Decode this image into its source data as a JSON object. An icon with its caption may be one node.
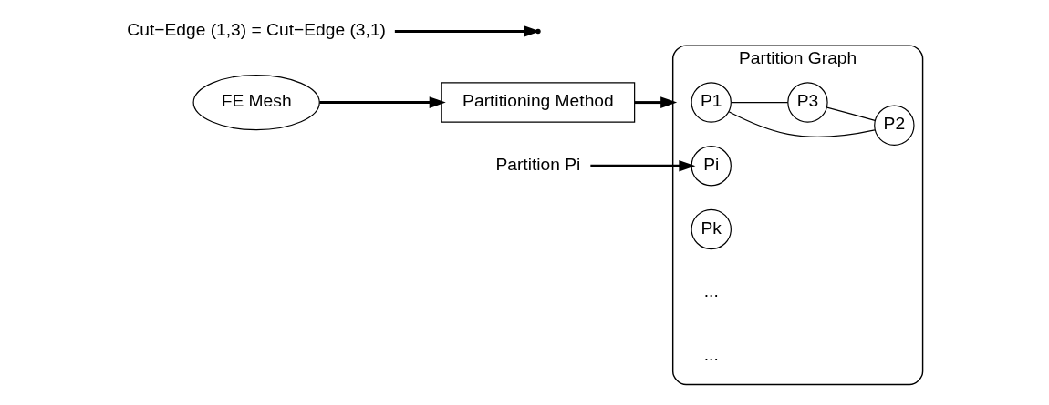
{
  "diagram": {
    "nodes": [
      {
        "text": [
          "FE Mesh"
        ]
      },
      {
        "text": [
          "Partitioning Method"
        ]
      },
      {
        "text": [
          "Partition Graph"
        ]
      },
      {
        "text": [
          "P1"
        ],
        "in": 2
      },
      {
        "text": [
          "P2"
        ],
        "in": 2
      },
      {
        "text": [
          "P3"
        ],
        "in": 2
      },
      {
        "text": [
          "Pi"
        ],
        "in": 2
      },
      {
        "text": [
          "Pk"
        ],
        "in": 2
      },
      {
        "text": [
          "Partition Pi"
        ]
      },
      {
        "text": [
          "Cut−Edge (1,3) = Cut−Edge (3,1)"
        ]
      }
    ],
    "edges": [
      {
        "from": 0,
        "to": 1,
        "arrow": "to"
      },
      {
        "from": 1,
        "to": 2,
        "arrow": "to"
      },
      {
        "from": 3,
        "to": 4,
        "arrow": "none"
      },
      {
        "from": 3,
        "to": 5,
        "arrow": "none"
      },
      {
        "from": 5,
        "to": 4,
        "arrow": "none"
      },
      {
        "from": 8,
        "to": 6,
        "arrow": "to"
      },
      {
        "from": 9,
        "to": null,
        "arrow": "to"
      }
    ],
    "labels": [
      "...",
      "..."
    ]
  }
}
